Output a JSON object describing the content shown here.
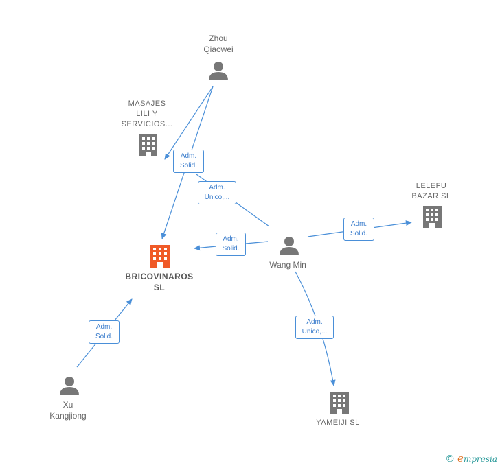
{
  "nodes": {
    "zhou": {
      "label": "Zhou\nQiaowei"
    },
    "masajes": {
      "label": "MASAJES\nLILI Y\nSERVICIOS..."
    },
    "lelefu": {
      "label": "LELEFU\nBAZAR  SL"
    },
    "bricovinaros": {
      "label": "BRICOVINAROS\nSL"
    },
    "wang": {
      "label": "Wang Min"
    },
    "xu": {
      "label": "Xu\nKangjiong"
    },
    "yameiji": {
      "label": "YAMEIJI SL"
    }
  },
  "edges": {
    "zhou_brico": {
      "label": "Adm.\nSolid."
    },
    "wang_masajes": {
      "label": "Adm.\nUnico,..."
    },
    "wang_brico": {
      "label": "Adm.\nSolid."
    },
    "wang_lelefu": {
      "label": "Adm.\nSolid."
    },
    "xu_brico": {
      "label": "Adm.\nSolid."
    },
    "wang_yameiji": {
      "label": "Adm.\nUnico,..."
    }
  },
  "colors": {
    "edge": "#4a8fd8",
    "person_icon": "#777777",
    "company_icon": "#777777",
    "main_company_icon": "#f05a28"
  },
  "footer": {
    "copyright": "©",
    "brand_initial": "e",
    "brand_rest": "mpresia"
  }
}
